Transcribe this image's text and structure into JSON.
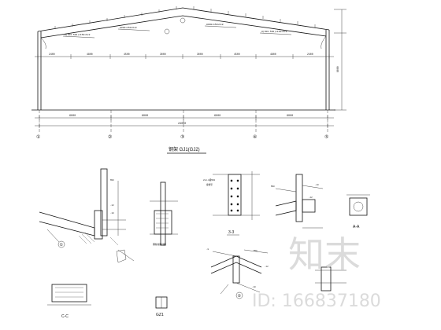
{
  "frame_title": "钢架 GJ1(GJ2)",
  "axis_labels": [
    "①",
    "②",
    "③",
    "④",
    "⑤"
  ],
  "bay_dims": [
    "6000",
    "6000",
    "6000",
    "6000"
  ],
  "total_dim": "24000",
  "height_dim": "6000",
  "section_labels": {
    "sec33": "3-3",
    "secAA": "A-A",
    "secCC": "C-C",
    "gz1": "GZ1",
    "d1": "①",
    "d2": "②"
  },
  "watermark": {
    "brand": "知末",
    "id_text": "ID: 166837180"
  }
}
